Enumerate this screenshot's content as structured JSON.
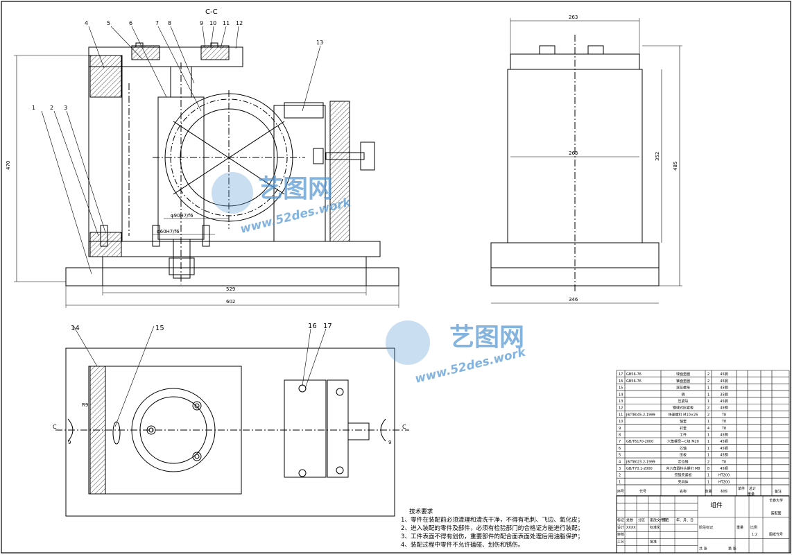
{
  "section_label": "C-C",
  "view_labels": {
    "left": "C",
    "right": "C"
  },
  "part_numbers_top": [
    "4",
    "5",
    "6",
    "7",
    "8",
    "9",
    "10",
    "11",
    "12",
    "13",
    "1",
    "2",
    "3"
  ],
  "part_numbers_plan": [
    "14",
    "15",
    "16",
    "17"
  ],
  "dimensions": {
    "overall_height": "470",
    "overall_width": "602",
    "base_width": "529",
    "side_top_width": "263",
    "side_mid_width": "263",
    "side_base_width": "346",
    "side_inner_height": "352",
    "side_total_height": "485",
    "fit1": "φ90H7/f6",
    "fit2": "φ60H7/f6",
    "radius": "R9",
    "slot_left": "9",
    "slot_right": "9"
  },
  "watermark": {
    "cn": "艺图网",
    "url": "www.52des.work",
    "cn2": "艺图网",
    "url2": "www.52des.work"
  },
  "tech_requirements": {
    "title": "技术要求",
    "items": [
      "1、零件在装配前必须清理和清洗干净，不得有毛刺、飞边、氧化皮；",
      "2、进入装配的零件及部件，必须有检验部门的合格证方能进行装配；",
      "3、工件表面不得有划伤，重要部件的配合面表面处理后用油脂保护；",
      "4、装配过程中零件不允许磕碰、划伤和锈伤。"
    ]
  },
  "bom": {
    "rows": [
      {
        "no": "17",
        "code": "GB56-76",
        "name": "球面垫圈",
        "qty": "2",
        "mat": "45钢"
      },
      {
        "no": "16",
        "code": "GB56-76",
        "name": "锥面垫圈",
        "qty": "2",
        "mat": "45钢"
      },
      {
        "no": "15",
        "code": "",
        "name": "滚花螺母",
        "qty": "1",
        "mat": "45钢"
      },
      {
        "no": "14",
        "code": "",
        "name": "销",
        "qty": "1",
        "mat": "35钢"
      },
      {
        "no": "13",
        "code": "",
        "name": "压紧块",
        "qty": "1",
        "mat": "45钢"
      },
      {
        "no": "12",
        "code": "",
        "name": "钢球式压紧板",
        "qty": "2",
        "mat": "45钢"
      },
      {
        "no": "11",
        "code": "JB/T8045.2-1999",
        "name": "快速螺钉 M10×25",
        "qty": "2",
        "mat": "T8"
      },
      {
        "no": "10",
        "code": "",
        "name": "轴套",
        "qty": "1",
        "mat": "T8"
      },
      {
        "no": "9",
        "code": "",
        "name": "衬套",
        "qty": "4",
        "mat": "T8"
      },
      {
        "no": "8",
        "code": "",
        "name": "工件",
        "qty": "1",
        "mat": "45钢"
      },
      {
        "no": "7",
        "code": "GB/T6170-2000",
        "name": "六角螺母—C级 M20",
        "qty": "1",
        "mat": "45钢"
      },
      {
        "no": "6",
        "code": "",
        "name": "芯轴",
        "qty": "1",
        "mat": "45钢"
      },
      {
        "no": "5",
        "code": "",
        "name": "压板",
        "qty": "1",
        "mat": "45钢"
      },
      {
        "no": "4",
        "code": "JB/T8023.2-1999",
        "name": "定位销",
        "qty": "2",
        "mat": "T8"
      },
      {
        "no": "3",
        "code": "GB/T70.1-2000",
        "name": "内六角圆柱头螺钉 M8",
        "qty": "8",
        "mat": "45钢"
      },
      {
        "no": "2",
        "code": "",
        "name": "铰链夹紧板",
        "qty": "1",
        "mat": "HT200"
      },
      {
        "no": "1",
        "code": "",
        "name": "夹具体",
        "qty": "1",
        "mat": "HT200"
      }
    ],
    "header": {
      "no": "序号",
      "code": "代号",
      "name": "名称",
      "qty": "数量",
      "mat": "材料",
      "single": "单件",
      "total": "总计",
      "weight": "重量",
      "remark": "备注"
    }
  },
  "title_block": {
    "designer_label": "设计",
    "designer": "XXXX",
    "std_label": "标准化",
    "check_label": "审核",
    "process_label": "工艺",
    "approve_label": "批准",
    "mark": "标记",
    "count": "处数",
    "zone": "分区",
    "change_doc": "更改文件号",
    "signature": "签名",
    "date": "年、月、日",
    "stage_mark": "阶段标记",
    "weight": "重量",
    "scale": "比例",
    "scale_val": "1:2",
    "sheets_total": "共 张",
    "sheet_no": "第 张",
    "part": "组件",
    "school": "长春大学",
    "drawing_name": "装配图",
    "drawing_code": "图纸代号"
  }
}
